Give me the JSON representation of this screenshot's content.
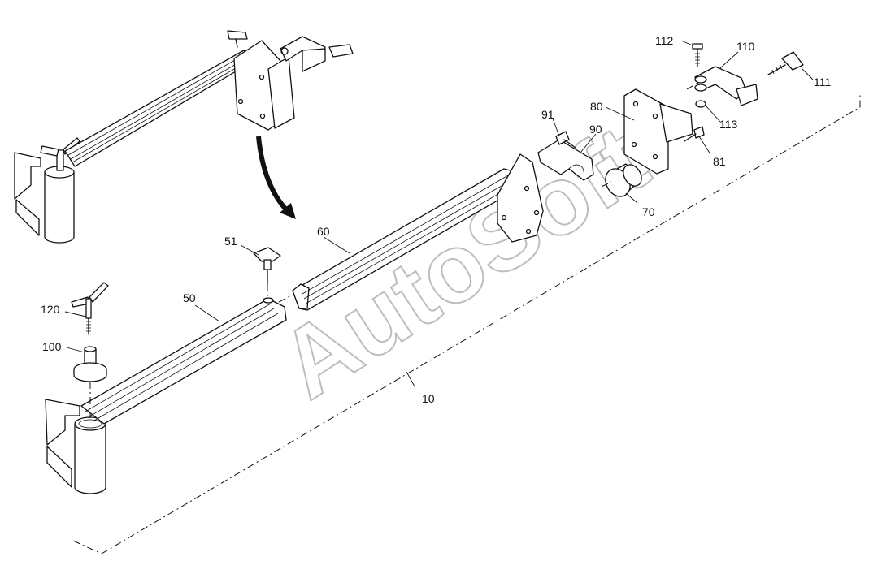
{
  "watermark": "AutoSoft",
  "labels": {
    "l10": "10",
    "l50": "50",
    "l51": "51",
    "l60": "60",
    "l70": "70",
    "l80": "80",
    "l81": "81",
    "l90": "90",
    "l91": "91",
    "l100": "100",
    "l110": "110",
    "l111": "111",
    "l112": "112",
    "l113": "113",
    "l120": "120"
  },
  "icons": {
    "arrow": "curved-arrow-icon"
  }
}
